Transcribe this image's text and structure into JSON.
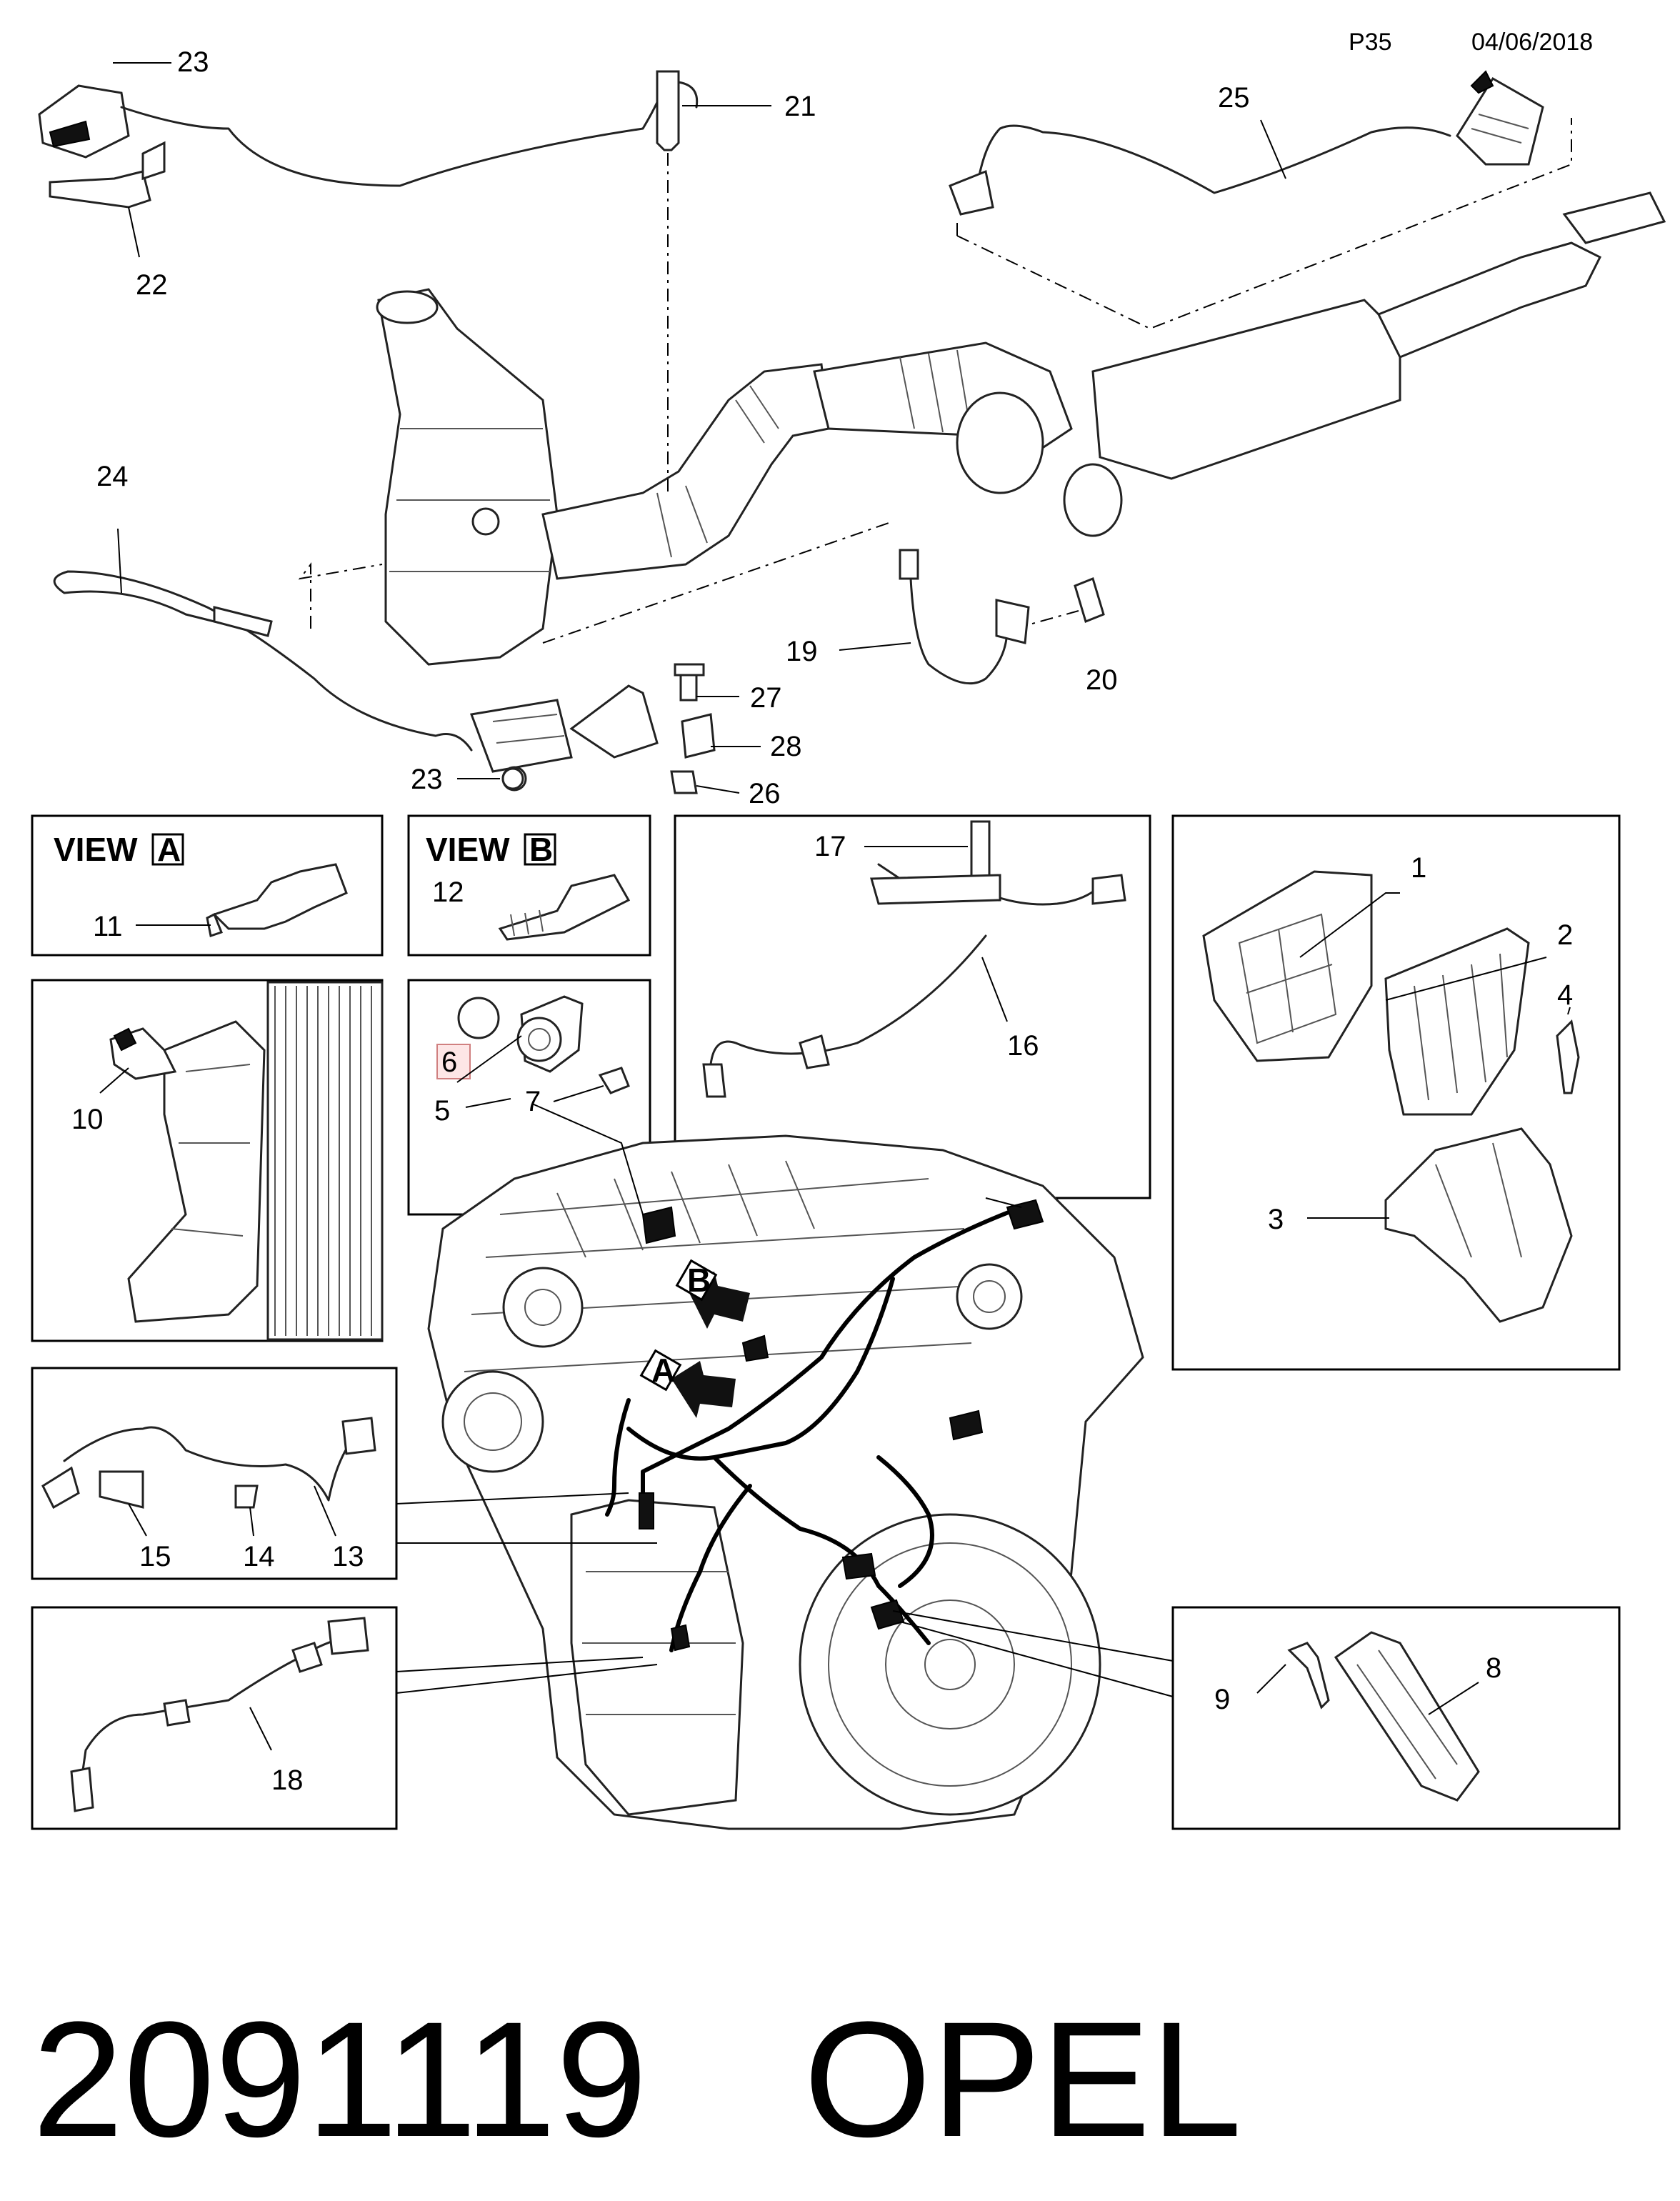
{
  "header": {
    "page": "P35",
    "date": "04/06/2018"
  },
  "views": {
    "a_title": "VIEW",
    "a_letter": "A",
    "b_title": "VIEW",
    "b_letter": "B"
  },
  "arrows": {
    "a": "A",
    "b": "B"
  },
  "callouts": [
    "1",
    "2",
    "3",
    "4",
    "5",
    "6",
    "7",
    "8",
    "9",
    "10",
    "11",
    "12",
    "13",
    "14",
    "15",
    "16",
    "17",
    "18",
    "19",
    "20",
    "21",
    "22",
    "23",
    "24",
    "25",
    "26",
    "27",
    "28"
  ],
  "callout_23b": "23",
  "highlighted_part": "6",
  "footer": {
    "part_number": "2091119",
    "brand": "OPEL"
  }
}
